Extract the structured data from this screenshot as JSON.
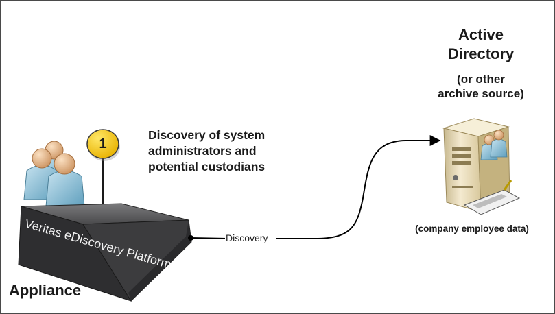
{
  "active_directory": {
    "title_line1": "Active",
    "title_line2": "Directory",
    "subtitle_line1": "(or other",
    "subtitle_line2": "archive source)"
  },
  "step": {
    "number": "1",
    "description_line1": "Discovery of system",
    "description_line2": "administrators and",
    "description_line3": "potential custodians"
  },
  "connector": {
    "label": "Discovery"
  },
  "server": {
    "caption": "(company employee data)"
  },
  "appliance": {
    "label": "Appliance",
    "brand_text": "Veritas eDiscovery Platform"
  },
  "icons": {
    "users": "users-group-icon",
    "server": "server-tower-icon",
    "appliance": "appliance-box-icon",
    "step_marker": "step-number-circle"
  },
  "colors": {
    "step_marker_fill": "#f5c400",
    "appliance_body": "#3c3c3e",
    "user_shirt": "#8ec3dc",
    "server_body": "#efe3bf",
    "connector": "#000000"
  }
}
